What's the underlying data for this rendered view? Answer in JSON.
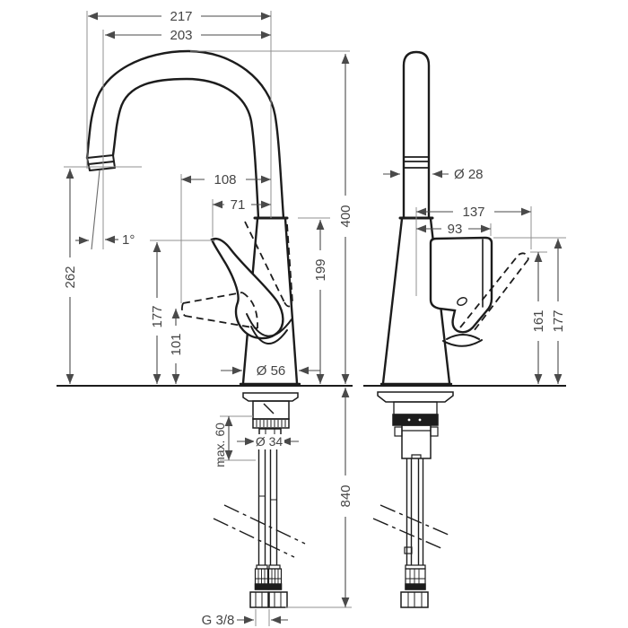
{
  "colors": {
    "background": "#ffffff",
    "outline": "#1c1c1c",
    "dimension": "#4a4a4a",
    "extension": "#909090"
  },
  "side_view": {
    "dims": {
      "overall_reach": "217",
      "spout_reach": "203",
      "handle_reach_max": "108",
      "handle_reach": "71",
      "spout_tilt": "1°",
      "outlet_height": "262",
      "handle_tip_height": "177",
      "handle_low_height": "101",
      "body_height": "199",
      "overall_height": "400",
      "base_diameter": "Ø 56"
    }
  },
  "installation": {
    "max_deck_thickness": "max. 60",
    "tap_hole_diameter": "Ø 34",
    "hose_length": "840",
    "connection_thread": "G 3/8"
  },
  "front_view": {
    "dims": {
      "spout_diameter": "Ø 28",
      "handle_swing_reach": "137",
      "handle_reach": "93",
      "handle_swing_height": "161",
      "handle_height": "177"
    }
  }
}
